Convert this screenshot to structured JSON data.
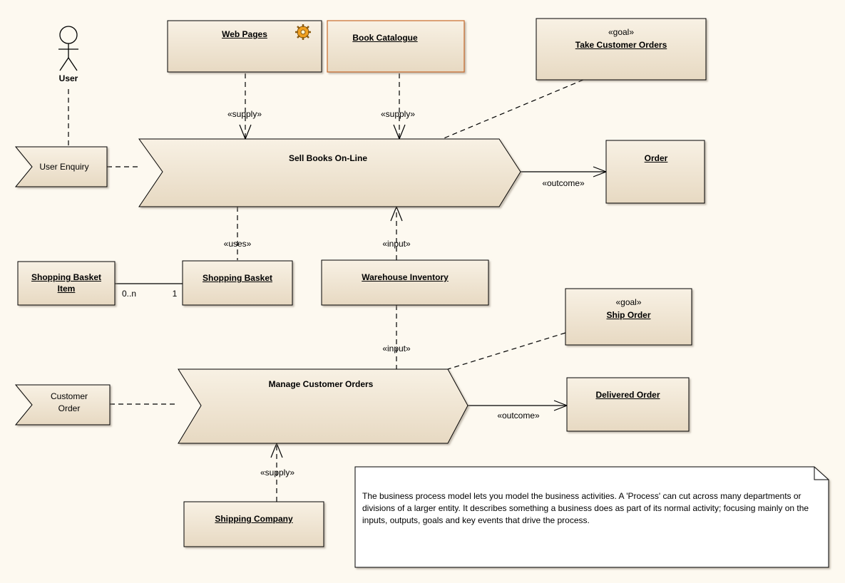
{
  "colors": {
    "element_fill_top": "#f8f1e4",
    "element_fill_bottom": "#e9dcc6",
    "book_catalogue_border": "#c86a2a",
    "note_fill": "#ffffff",
    "background": "#fdf9f0",
    "line": "#000000"
  },
  "actor": {
    "label": "User"
  },
  "elements": {
    "web_pages": {
      "label": "Web Pages",
      "icon": "gear-icon"
    },
    "book_catalogue": {
      "label": "Book Catalogue"
    },
    "goal_take_orders": {
      "stereotype": "«goal»",
      "label": "Take Customer Orders"
    },
    "user_enquiry": {
      "label": "User Enquiry"
    },
    "sell_books": {
      "label": "Sell Books On-Line"
    },
    "order": {
      "label": "Order"
    },
    "basket_item": {
      "line1": "Shopping Basket",
      "line2": "Item"
    },
    "shopping_basket": {
      "label": "Shopping Basket"
    },
    "warehouse_inventory": {
      "label": "Warehouse Inventory"
    },
    "goal_ship_order": {
      "stereotype": "«goal»",
      "label": "Ship Order"
    },
    "customer_order": {
      "line1": "Customer",
      "line2": "Order"
    },
    "manage_orders": {
      "label": "Manage Customer Orders"
    },
    "delivered_order": {
      "label": "Delivered Order"
    },
    "shipping_company": {
      "label": "Shipping Company"
    }
  },
  "connectors": {
    "supply_web": "«supply»",
    "supply_catalogue": "«supply»",
    "outcome_order": "«outcome»",
    "uses_basket": "«uses»",
    "input_warehouse_top": "«input»",
    "input_warehouse_bottom": "«input»",
    "outcome_delivered": "«outcome»",
    "supply_shipping": "«supply»",
    "multiplicity_many": "0..n",
    "multiplicity_one": "1"
  },
  "note": {
    "text": "The business process model lets you model the business activities. A 'Process' can cut across many  departments or divisions of a larger entity. It describes something a business does as part of its normal activity; focusing mainly on the inputs, outputs, goals and key events that drive the process."
  }
}
